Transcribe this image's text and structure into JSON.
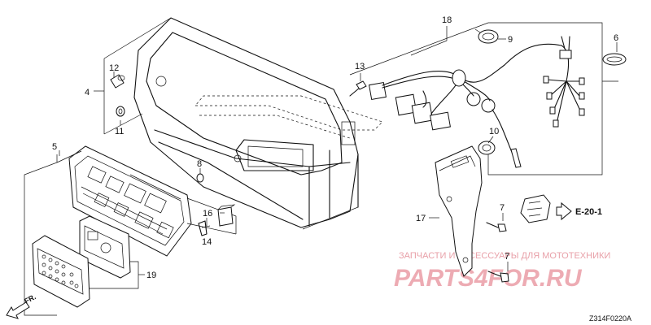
{
  "callouts": {
    "c4": "4",
    "c5": "5",
    "c6": "6",
    "c7a": "7",
    "c7b": "7",
    "c8": "8",
    "c9": "9",
    "c10": "10",
    "c11": "11",
    "c12": "12",
    "c13": "13",
    "c14": "14",
    "c16": "16",
    "c17": "17",
    "c18": "18",
    "c19": "19"
  },
  "reference": "E-20-1",
  "direction_label": "FR.",
  "diagram_code": "Z314F0220A",
  "watermark": {
    "subtitle": "ЗАПЧАСТИ И АКСЕССУАРЫ ДЛЯ МОТОТЕХНИКИ",
    "brand": "PARTS4FOR.RU"
  }
}
